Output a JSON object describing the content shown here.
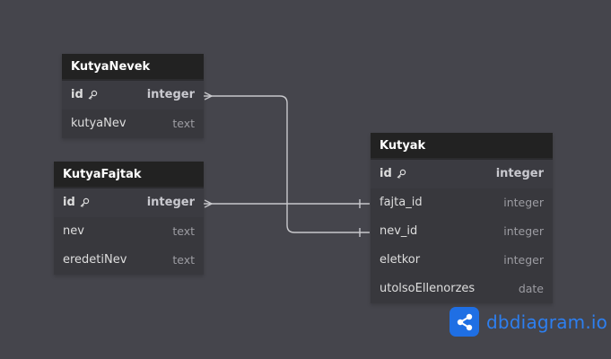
{
  "tables": {
    "kutya_nevek": {
      "name": "KutyaNevek",
      "fields": [
        {
          "name": "id",
          "type": "integer",
          "pk": true
        },
        {
          "name": "kutyaNev",
          "type": "text",
          "pk": false
        }
      ]
    },
    "kutya_fajtak": {
      "name": "KutyaFajtak",
      "fields": [
        {
          "name": "id",
          "type": "integer",
          "pk": true
        },
        {
          "name": "nev",
          "type": "text",
          "pk": false
        },
        {
          "name": "eredetiNev",
          "type": "text",
          "pk": false
        }
      ]
    },
    "kutyak": {
      "name": "Kutyak",
      "fields": [
        {
          "name": "id",
          "type": "integer",
          "pk": true
        },
        {
          "name": "fajta_id",
          "type": "integer",
          "pk": false
        },
        {
          "name": "nev_id",
          "type": "integer",
          "pk": false
        },
        {
          "name": "eletkor",
          "type": "integer",
          "pk": false
        },
        {
          "name": "utolsoEllenorzes",
          "type": "date",
          "pk": false
        }
      ]
    }
  },
  "relationships": [
    {
      "from": "KutyaNevek.id",
      "to": "Kutyak.nev_id",
      "from_end": "many",
      "to_end": "one"
    },
    {
      "from": "KutyaFajtak.id",
      "to": "Kutyak.fajta_id",
      "from_end": "many",
      "to_end": "one"
    }
  ],
  "brand": {
    "text": "dbdiagram.io",
    "icon": "share-nodes-icon"
  },
  "colors": {
    "canvas": "#45454c",
    "table_body": "#38383d",
    "table_header": "#222222",
    "connector": "#c8c8cc",
    "brand": "#2d7ff0"
  }
}
